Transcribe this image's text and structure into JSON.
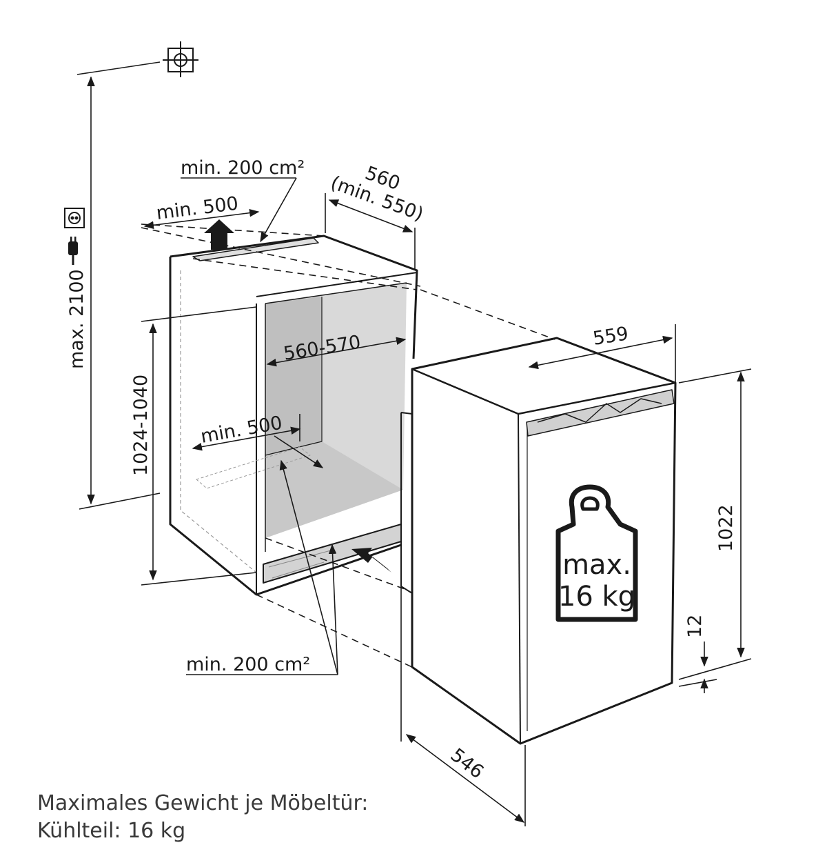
{
  "labels": {
    "min_200cm2_top": "min. 200 cm²",
    "min_500_top": "min. 500",
    "depth_560": "560",
    "depth_min_550": "(min. 550)",
    "max_2100": "max. 2100",
    "niche_height": "1024-1040",
    "niche_width": "560-570",
    "min_500_bottom": "min. 500",
    "min_200cm2_bottom": "min. 200 cm²",
    "appliance_width": "559",
    "appliance_height": "1022",
    "gap_12": "12",
    "appliance_depth": "546",
    "weight_line1": "max.",
    "weight_line2": "16 kg"
  },
  "caption": {
    "line1": "Maximales Gewicht je Möbeltür:",
    "line2": "Kühlteil: 16 kg"
  },
  "icons": [
    "crosshair-icon",
    "power-socket-icon",
    "plug-icon",
    "weight-icon",
    "airflow-arrow-icon"
  ]
}
